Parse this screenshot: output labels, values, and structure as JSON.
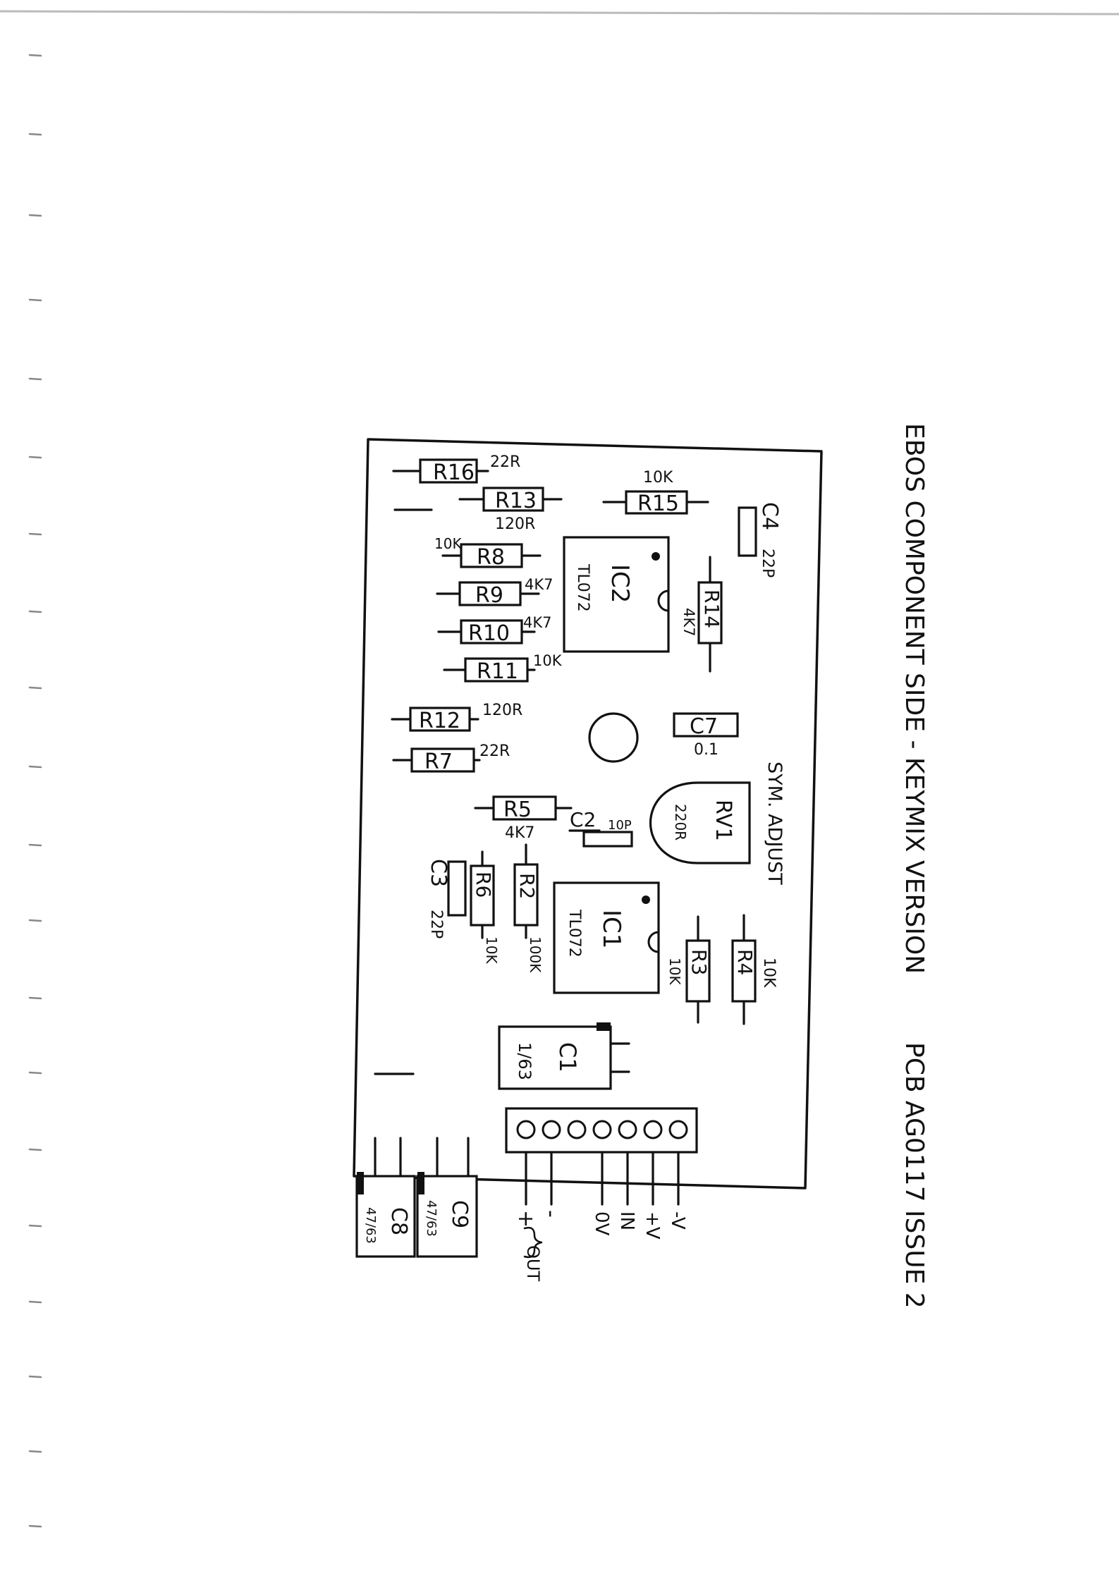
{
  "title": {
    "heading": "EBOS COMPONENT SIDE - KEYMIX VERSION",
    "pcb": "PCB AG0117 ISSUE 2"
  },
  "resistors": {
    "r16": {
      "ref": "R16",
      "value": "22R"
    },
    "r13": {
      "ref": "R13",
      "value": "120R"
    },
    "r15": {
      "ref": "R15",
      "value": "10K"
    },
    "r8": {
      "ref": "R8",
      "value": "10K"
    },
    "r9": {
      "ref": "R9",
      "value": "4K7"
    },
    "r10": {
      "ref": "R10",
      "value": "4K7"
    },
    "r11": {
      "ref": "R11",
      "value": "10K"
    },
    "r14": {
      "ref": "R14",
      "value": "4K7"
    },
    "r12": {
      "ref": "R12",
      "value": "120R"
    },
    "r7": {
      "ref": "R7",
      "value": "22R"
    },
    "r5": {
      "ref": "R5",
      "value": "4K7"
    },
    "r6": {
      "ref": "R6",
      "value": "10K"
    },
    "r2": {
      "ref": "R2",
      "value": "100K"
    },
    "r3": {
      "ref": "R3",
      "value": "10K"
    },
    "r4": {
      "ref": "R4",
      "value": "10K"
    }
  },
  "capacitors": {
    "c4": {
      "ref": "C4",
      "value": "22P"
    },
    "c7": {
      "ref": "C7",
      "value": "0.1"
    },
    "c2": {
      "ref": "C2",
      "value": "10P"
    },
    "c3": {
      "ref": "C3",
      "value": "22P"
    },
    "c1": {
      "ref": "C1",
      "value": "1/63"
    },
    "c8": {
      "ref": "C8",
      "value": "47/63"
    },
    "c9": {
      "ref": "C9",
      "value": "47/63"
    }
  },
  "ics": {
    "ic1": {
      "ref": "IC1",
      "part": "TL072"
    },
    "ic2": {
      "ref": "IC2",
      "part": "TL072"
    }
  },
  "trimmer": {
    "ref": "RV1",
    "value": "220R",
    "label": "SYM. ADJUST"
  },
  "connector": {
    "out_plus": "+",
    "out_minus": "-",
    "out_label": "OUT",
    "ov": "0V",
    "in": "IN",
    "plus_v": "+V",
    "minus_v": "-V"
  }
}
